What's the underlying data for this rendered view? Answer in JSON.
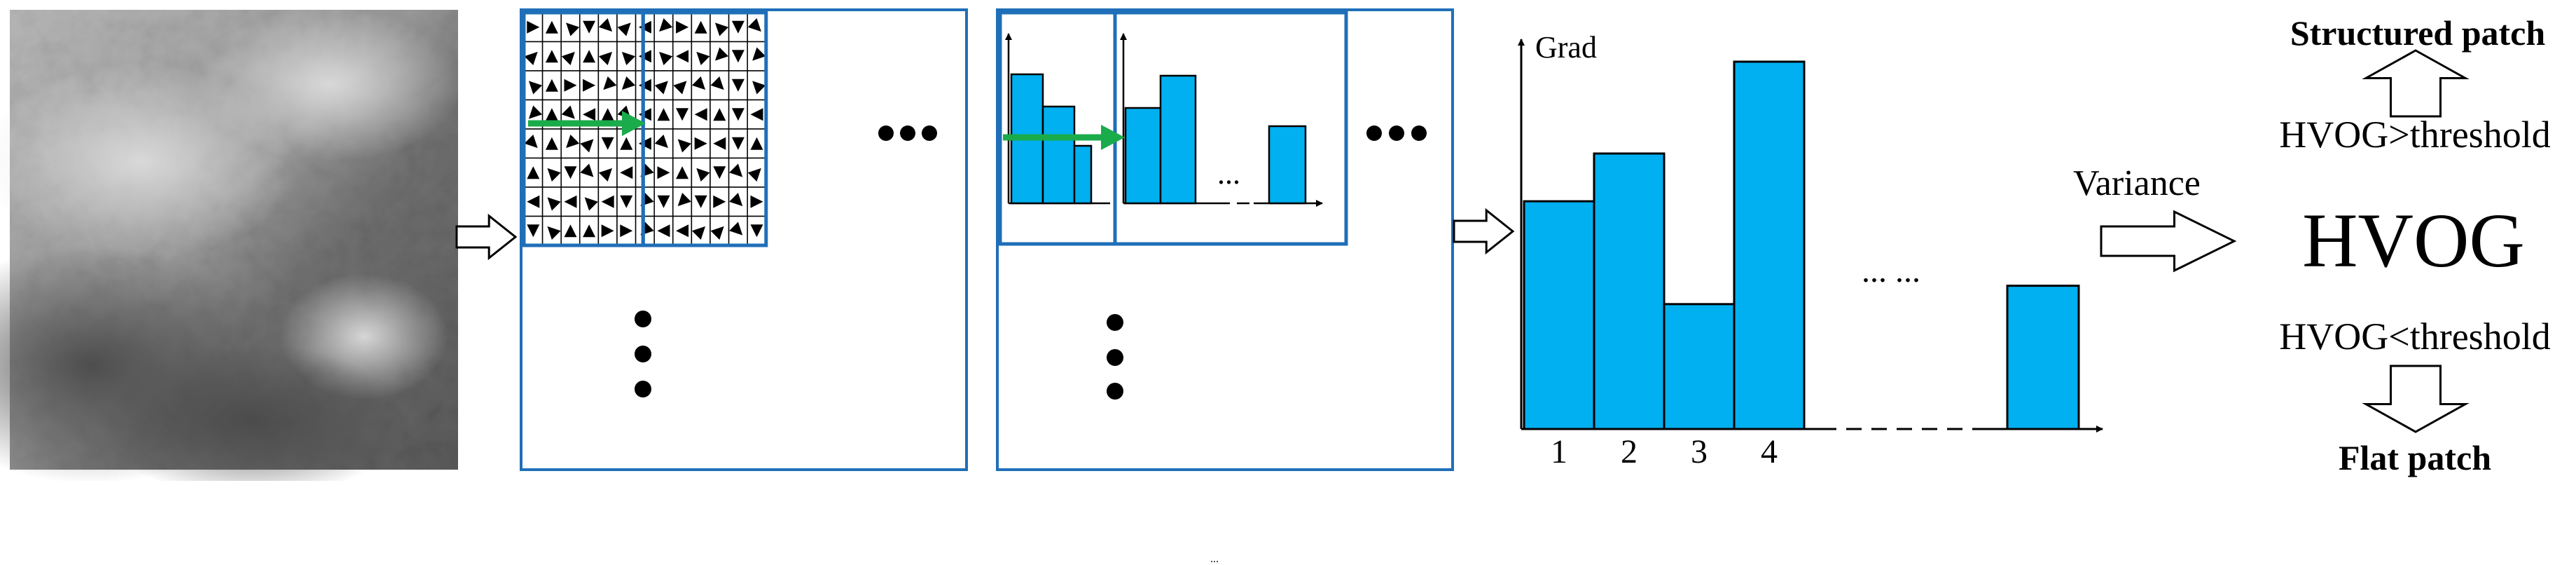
{
  "colors": {
    "panel_border": "#1f6fb8",
    "bar_fill": "#00b0f0",
    "bar_stroke": "#000000",
    "flow_arrow": "#1aab4a",
    "image_dark": "#4a4a4a",
    "image_light": "#d6d6d6"
  },
  "panels": {
    "panel1": {
      "icon": "noisy-image-patch"
    },
    "panel2": {
      "icon": "gradient-orientation-grid"
    },
    "panel3": {
      "icon": "cell-histograms"
    }
  },
  "ellipsis_h": "●●●",
  "hist_ellipsis": "...",
  "main_histogram": {
    "y_label": "Grad",
    "x_tick_labels": [
      "1",
      "2",
      "3",
      "4"
    ],
    "gap_label": "...  ...",
    "bar_levels": [
      0.62,
      0.75,
      0.34,
      1.0,
      0.39
    ]
  },
  "variance_label": "Variance",
  "result": {
    "hvog": "HVOG",
    "upper_condition": "HVOG>threshold",
    "upper_outcome": "Structured patch",
    "lower_condition": "HVOG<threshold",
    "lower_outcome": "Flat patch"
  }
}
